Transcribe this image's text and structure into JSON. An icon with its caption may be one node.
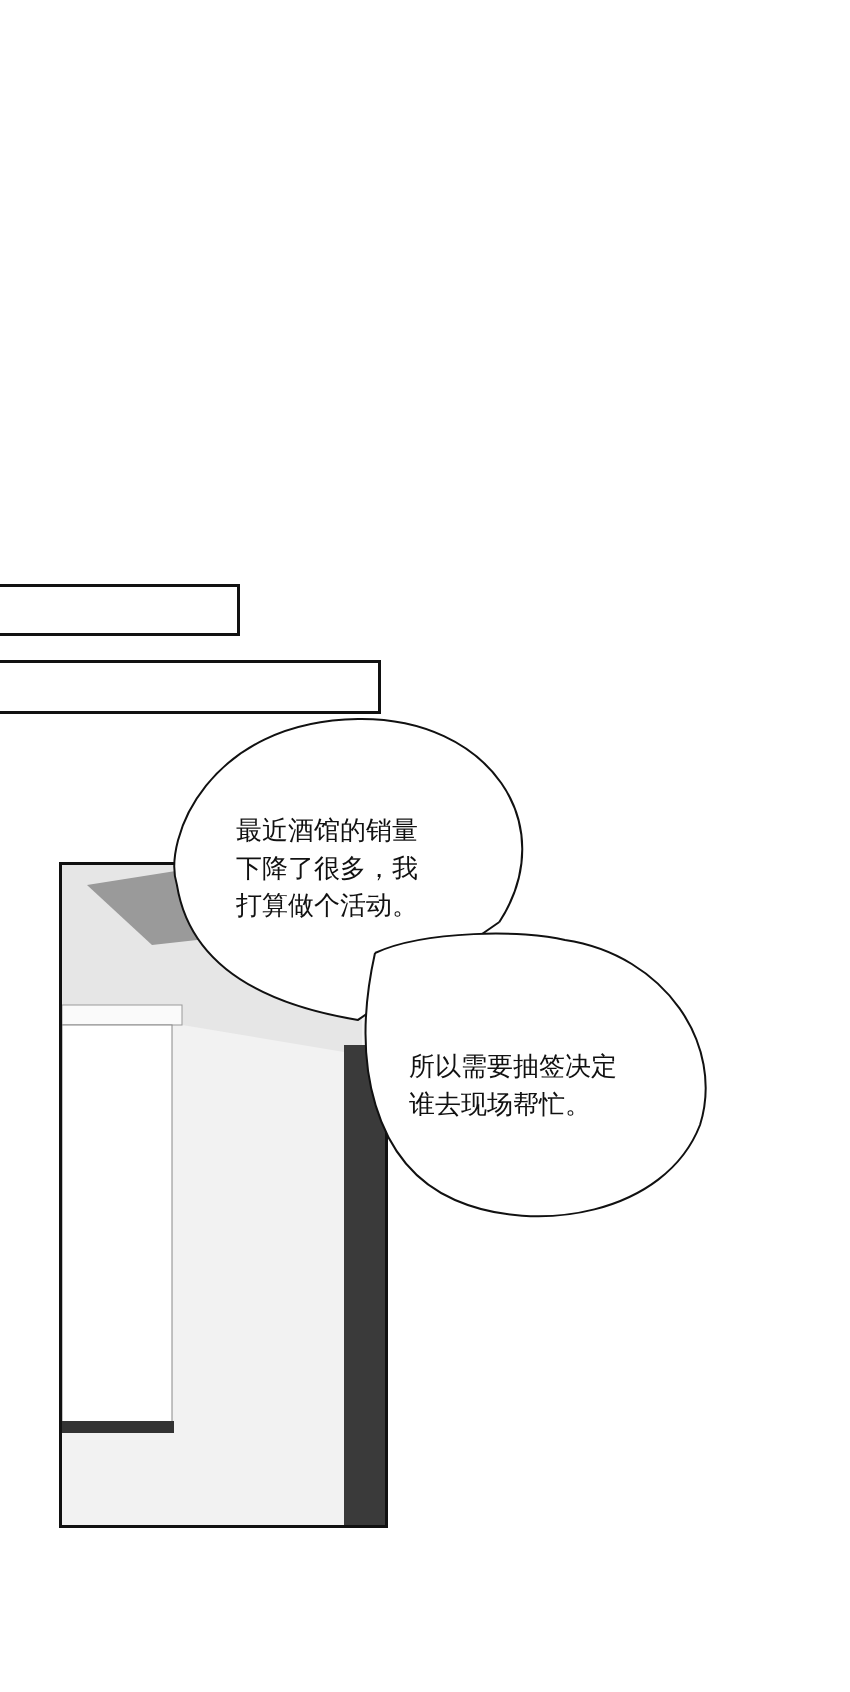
{
  "diagram": {
    "nodes": [
      {
        "text": [],
        "shape": "box"
      },
      {
        "text": [],
        "shape": "box"
      },
      {
        "text": [
          "最近酒馆的销量下降了很多，我打算做个活动。"
        ]
      },
      {
        "text": [],
        "shape": "picture"
      },
      {
        "text": [
          "所以需要抽签决定谁去现场帮忙。"
        ]
      }
    ]
  }
}
